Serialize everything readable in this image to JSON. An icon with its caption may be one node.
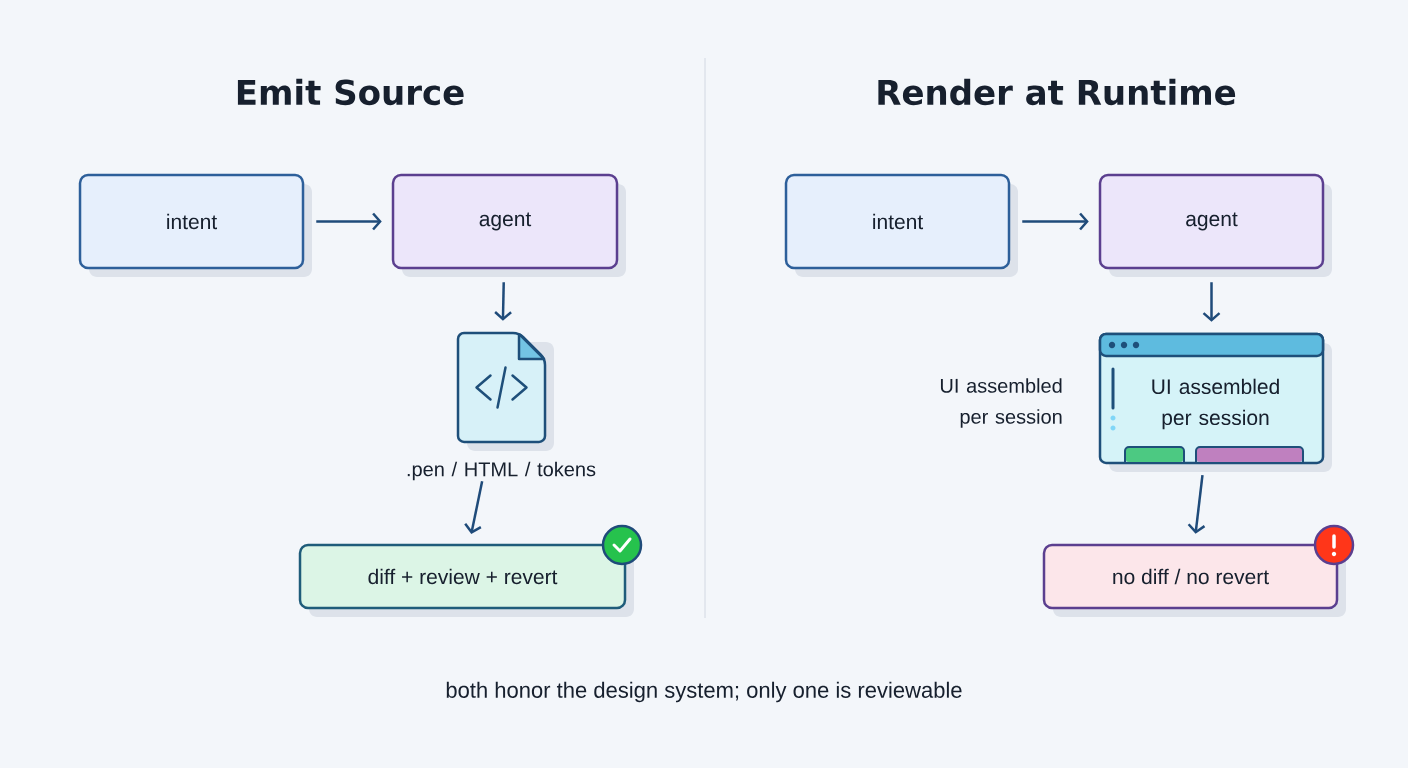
{
  "diagram": {
    "caption": "both honor the design system; only one is reviewable",
    "nodes": [
      {
        "text": [
          "intent"
        ]
      },
      {
        "text": [
          "agent"
        ]
      },
      {
        "text": [],
        "shape": "document",
        "beside": [
          ".pen / HTML / tokens"
        ]
      },
      {
        "text": [
          "diff + review + revert"
        ]
      },
      {
        "text": [
          "intent"
        ]
      },
      {
        "text": [
          "agent"
        ]
      },
      {
        "text": [
          "UI assembled per session"
        ],
        "beside": [
          "UI assembled per session"
        ]
      },
      {
        "text": [
          "no diff / no revert"
        ]
      }
    ],
    "edges": [
      {
        "from": 0,
        "to": 1,
        "arrow": "to"
      },
      {
        "from": 1,
        "to": 2,
        "arrow": "to"
      },
      {
        "from": 2,
        "to": 3,
        "arrow": "to"
      },
      {
        "from": 4,
        "to": 5,
        "arrow": "to"
      },
      {
        "from": 5,
        "to": 6,
        "arrow": "to"
      },
      {
        "from": 6,
        "to": 7,
        "arrow": "to"
      }
    ],
    "labels": [
      "Emit Source",
      "Render at Runtime"
    ]
  }
}
